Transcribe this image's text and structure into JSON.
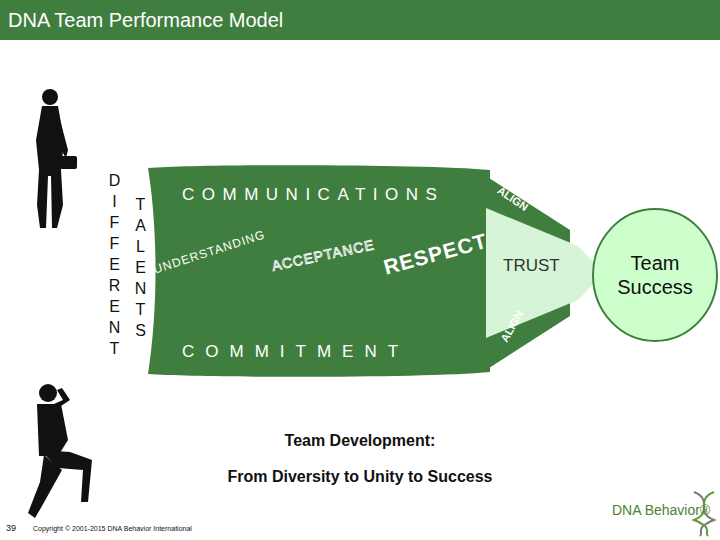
{
  "diagram": {
    "title": "DNA Team Performance Model",
    "nodes": [
      {
        "text": [
          "COMMUNICATIONS",
          "UNDERSTANDING",
          "ACCEPTANCE",
          "RESPECT",
          "COMMITMENT"
        ]
      },
      {
        "text": [
          "ALIGN",
          "TRUST",
          "ALIGN"
        ]
      },
      {
        "text": [
          "Team Success"
        ]
      }
    ],
    "labels": [
      "DIFFERENT",
      "TALENTS",
      "Team Development:",
      "From Diversity to Unity to Success",
      "39",
      "Copyright © 2001-2015 DNA Behavior International",
      "DNA Behavior®"
    ]
  }
}
